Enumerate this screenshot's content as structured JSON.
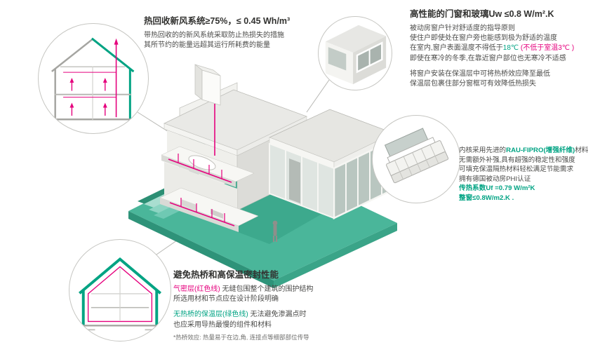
{
  "colors": {
    "accent_green": "#00a383",
    "accent_red": "#e5007d",
    "base_teal": "#48b79a",
    "text_dark": "#3c3c3b"
  },
  "ventilation": {
    "title": "热回收新风系统≥75%，≤ 0.45 Wh/m³",
    "body1": "带热回收的的新风系统采取防止热损失的措施",
    "body2": "其所节约的能量远超其运行所耗费的能量"
  },
  "windows": {
    "title": "高性能的门窗和玻璃Uw ≤0.8 W/m².K",
    "body1": "被动房窗户针对舒适度的指导原则",
    "body2": "使住户即使处在窗户旁也能感到极为舒适的温度",
    "body3_pre": "在室内,窗户表面温度不得低于",
    "body3_temp": "18℃",
    "body3_note": " (不低于室温3℃ )",
    "body4": "即使在寒冷的冬季,在靠近窗户部位也无寒冷不适感",
    "body5": "将窗户安装在保温层中可将热桥效应降至最低",
    "body6": "保温层包裹住部分窗框可有效降低热损失"
  },
  "profile": {
    "body1_pre": "内核采用先进的",
    "body1_brand": "RAU-FIPRO(增强纤维)",
    "body1_post": "材料",
    "body2": "无需额外补强,具有超强的稳定性和强度",
    "body3": "可填充保温隔热材料轻松满足节能需求",
    "body4": "拥有德国被动房PHI认证",
    "spec1": "传热系数Uf =0.79 W/m²K",
    "spec2": "整窗≤0.8W/m2.K ."
  },
  "insulation": {
    "title": "避免热桥和高保温密封性能",
    "body1_red": "气密层(红色线)",
    "body1_rest": " 无缝包围整个建筑的围护结构",
    "body2": "所选用材和节点应在设计阶段明确",
    "body3_green": "无热桥的保温层(绿色线)",
    "body3_rest": " 无法避免渗漏点时",
    "body4": "也应采用导热最慢的组件和材料",
    "footnote": "*热桥效应: 热量易于在边,角, 连接点等细部部位传导"
  }
}
